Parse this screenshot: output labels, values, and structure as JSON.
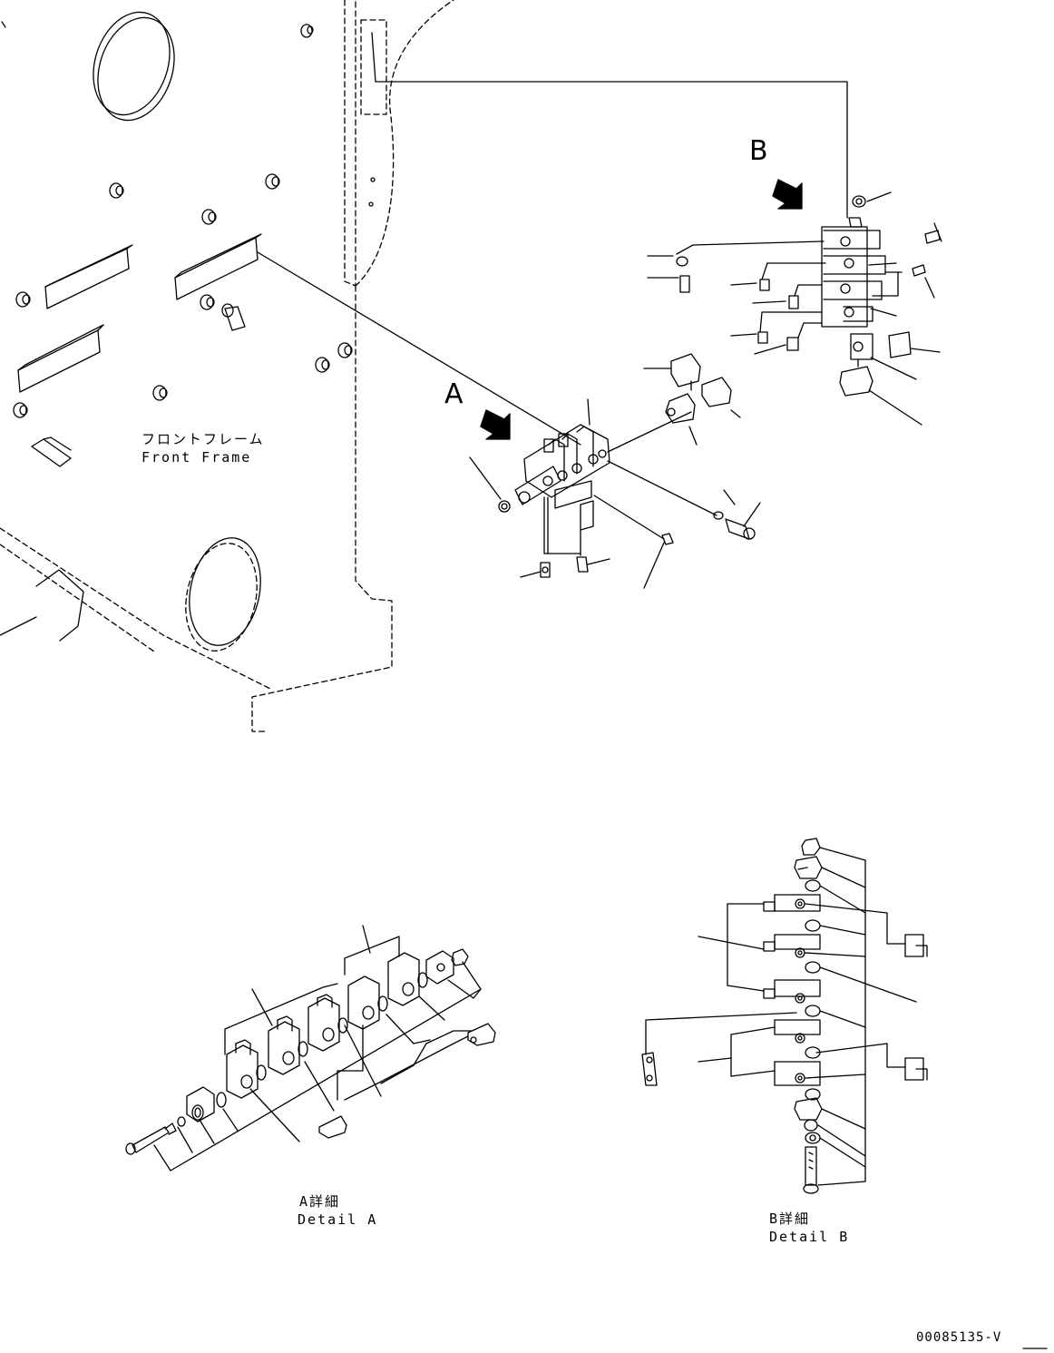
{
  "frame_label": {
    "jp": "フロントフレーム",
    "en": "Front Frame"
  },
  "view_markers": {
    "a": "A",
    "b": "B"
  },
  "detail_a": {
    "jp": "A詳細",
    "en": "Detail A"
  },
  "detail_b": {
    "jp": "B詳細",
    "en": "Detail B"
  },
  "drawing_number": "00085135-V"
}
